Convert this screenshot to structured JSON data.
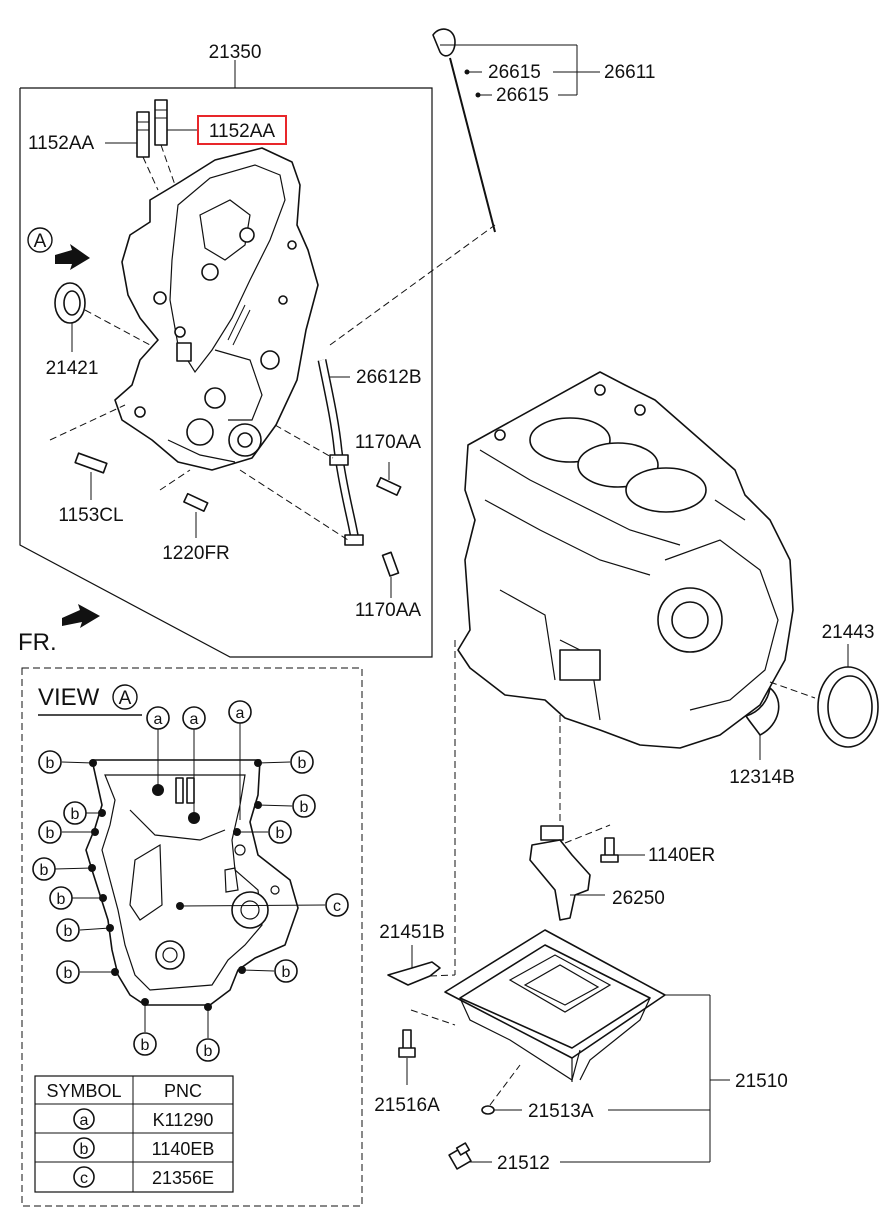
{
  "labels": {
    "frame_top": "21350",
    "stud_left": "1152AA",
    "stud_right_highlighted": "1152AA",
    "seal_front": "21421",
    "stud_bottom": "1153CL",
    "bolt_bottom": "1220FR",
    "dipstick_tube": "26612B",
    "bolt_tube_upper": "1170AA",
    "bolt_tube_lower": "1170AA",
    "oring_upper": "26615",
    "oring_lower": "26615",
    "dipstick": "26611",
    "rear_seal": "21443",
    "bearing_cap": "12314B",
    "bolt_strainer": "1140ER",
    "strainer": "26250",
    "sealant_tube": "21451B",
    "oil_pan": "21510",
    "oil_pan_bolt": "21516A",
    "drain_gasket": "21513A",
    "drain_plug": "21512"
  },
  "markers": {
    "view_arrow": "A",
    "fr": "FR."
  },
  "view_box": {
    "title": "VIEW",
    "letter": "A",
    "callout_a": "a",
    "callout_b": "b",
    "callout_c": "c"
  },
  "symbol_table": {
    "headers": [
      "SYMBOL",
      "PNC"
    ],
    "rows": [
      {
        "symbol": "a",
        "pnc": "K11290"
      },
      {
        "symbol": "b",
        "pnc": "1140EB"
      },
      {
        "symbol": "c",
        "pnc": "21356E"
      }
    ]
  },
  "colors": {
    "highlight": "#e8262a",
    "line": "#111111"
  }
}
